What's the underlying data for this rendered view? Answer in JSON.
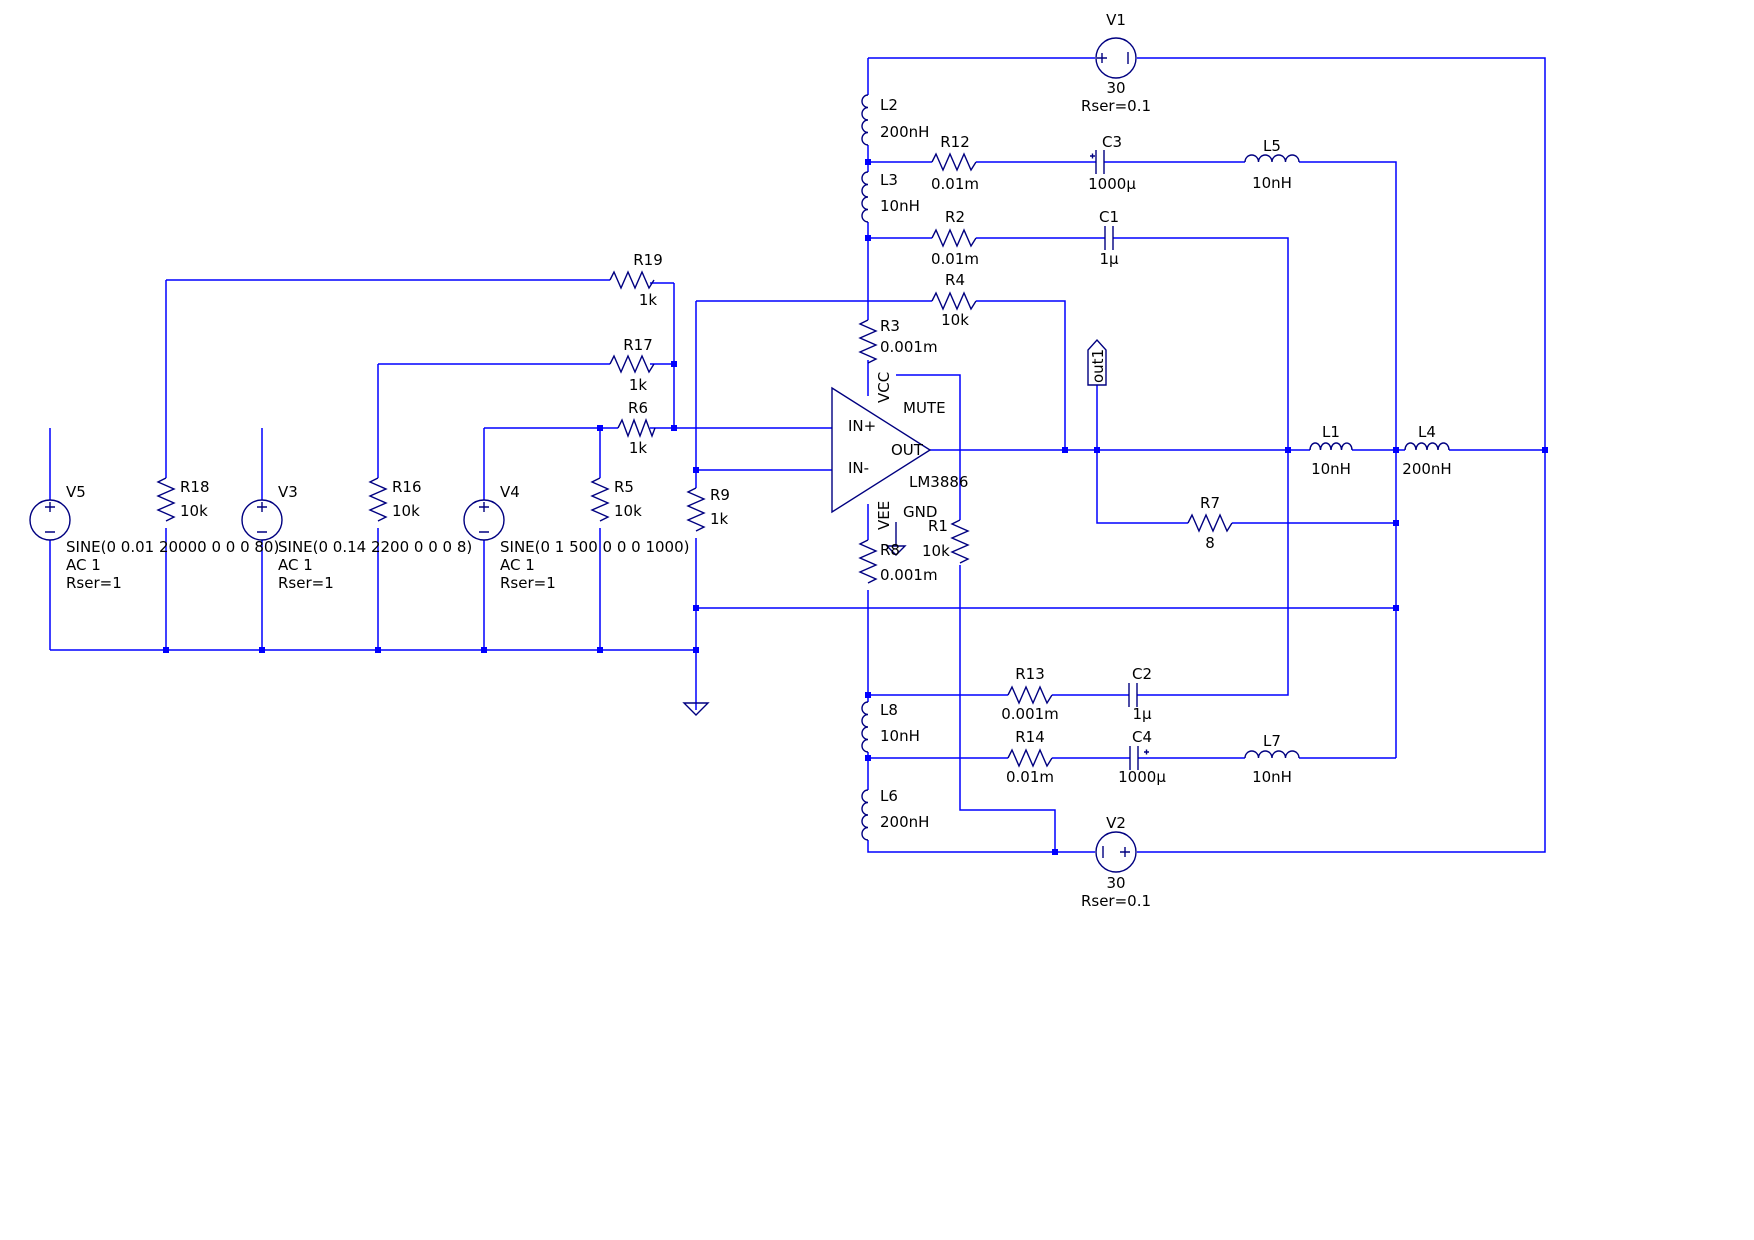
{
  "colors": {
    "wire": "#0000ff",
    "symbol": "#000080",
    "text": "#000000",
    "background": "#ffffff"
  },
  "opamp": {
    "name": "LM3886",
    "pins": {
      "in_plus": "IN+",
      "in_minus": "IN-",
      "out": "OUT",
      "vcc": "VCC",
      "vee": "VEE",
      "mute": "MUTE",
      "gnd": "GND"
    }
  },
  "net_label": "out1",
  "components": {
    "V1": {
      "name": "V1",
      "value": "30",
      "extra": "Rser=0.1"
    },
    "V2": {
      "name": "V2",
      "value": "30",
      "extra": "Rser=0.1"
    },
    "V3": {
      "name": "V3",
      "value": "SINE(0 0.14 2200 0 0 0 8)",
      "ac": "AC 1",
      "extra": "Rser=1"
    },
    "V4": {
      "name": "V4",
      "value": "SINE(0 1 500 0 0 0 1000)",
      "ac": "AC 1",
      "extra": "Rser=1"
    },
    "V5": {
      "name": "V5",
      "value": "SINE(0 0.01 20000 0 0 0 80)",
      "ac": "AC 1",
      "extra": "Rser=1"
    },
    "L1": {
      "name": "L1",
      "value": "10nH"
    },
    "L2": {
      "name": "L2",
      "value": "200nH"
    },
    "L3": {
      "name": "L3",
      "value": "10nH"
    },
    "L4": {
      "name": "L4",
      "value": "200nH"
    },
    "L5": {
      "name": "L5",
      "value": "10nH"
    },
    "L6": {
      "name": "L6",
      "value": "200nH"
    },
    "L7": {
      "name": "L7",
      "value": "10nH"
    },
    "L8": {
      "name": "L8",
      "value": "10nH"
    },
    "R1": {
      "name": "R1",
      "value": "10k"
    },
    "R2": {
      "name": "R2",
      "value": "0.01m"
    },
    "R3": {
      "name": "R3",
      "value": "0.001m"
    },
    "R4": {
      "name": "R4",
      "value": "10k"
    },
    "R5": {
      "name": "R5",
      "value": "10k"
    },
    "R6": {
      "name": "R6",
      "value": "1k"
    },
    "R7": {
      "name": "R7",
      "value": "8"
    },
    "R8": {
      "name": "R8",
      "value": "0.001m"
    },
    "R9": {
      "name": "R9",
      "value": "1k"
    },
    "R12": {
      "name": "R12",
      "value": "0.01m"
    },
    "R13": {
      "name": "R13",
      "value": "0.001m"
    },
    "R14": {
      "name": "R14",
      "value": "0.01m"
    },
    "R16": {
      "name": "R16",
      "value": "10k"
    },
    "R17": {
      "name": "R17",
      "value": "1k"
    },
    "R18": {
      "name": "R18",
      "value": "10k"
    },
    "R19": {
      "name": "R19",
      "value": "1k"
    },
    "C1": {
      "name": "C1",
      "value": "1µ"
    },
    "C2": {
      "name": "C2",
      "value": "1µ"
    },
    "C3": {
      "name": "C3",
      "value": "1000µ"
    },
    "C4": {
      "name": "C4",
      "value": "1000µ"
    }
  }
}
